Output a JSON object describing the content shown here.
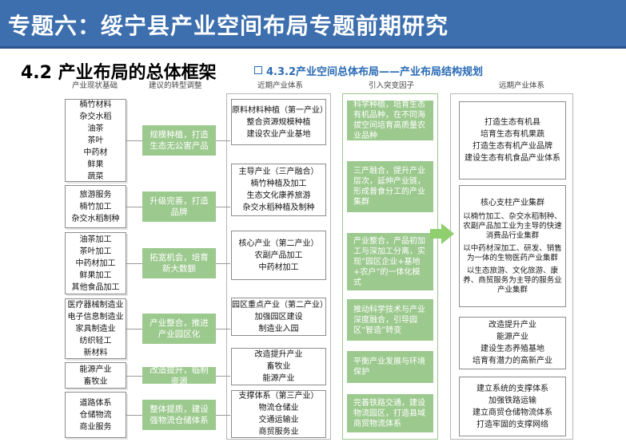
{
  "header": {
    "title": "专题六：绥宁县产业空间布局专题前期研究"
  },
  "section": {
    "title": "4.2  产业布局的总体框架"
  },
  "subtitle": {
    "text": "4.3.2产业空间总体布局——产业布局结构规划"
  },
  "columns": {
    "c1": "产业现状基础",
    "c2": "建议的转型调整",
    "c3": "近期产业体系",
    "c4": "引入突变因子",
    "c5": "远期产业体系"
  },
  "current_base": [
    [
      "楠竹材料",
      "杂交水稻",
      "油茶",
      "茶叶",
      "中药材",
      "鲜果",
      "蔬菜"
    ],
    [
      "旅游服务",
      "楠竹加工",
      "杂交水稻制种"
    ],
    [
      "油茶加工",
      "茶叶加工",
      "中药材加工",
      "鲜果加工",
      "其他食品加工"
    ],
    [
      "医疗器械制造业",
      "电子信息制造业",
      "家具制造业",
      "纺织轻工",
      "新材料"
    ],
    [
      "能源产业",
      "畜牧业"
    ],
    [
      "道路体系",
      "仓储物流",
      "商业服务"
    ]
  ],
  "adjustments": [
    "规模种植，打造生态无公害产品",
    "升级完善，打造品牌",
    "拓宽机会，培育新大数额",
    "产业整合，推进产业园区化",
    "改造提升，临制资源",
    "整体提质，建设强物流仓储体系"
  ],
  "near_term": [
    [
      "原料材料种植（第一产业）",
      "整合资源规模种植",
      "建设农业产业基地"
    ],
    [
      "主导产业（三产融合）",
      "楠竹种植及加工",
      "生态文化康养旅游",
      "杂交水稻种植及制种"
    ],
    [
      "核心产业（第二产业）",
      "农副产品加工",
      "中药材加工"
    ],
    [
      "园区重点产业（第二产业）",
      "加强园区建设",
      "制造业入园"
    ],
    [
      "改造提升产业",
      "畜牧业",
      "能源产业"
    ],
    [
      "支撑体系（第三产业）",
      "物流仓储业",
      "交通运输业",
      "商贸服务业"
    ]
  ],
  "factors": [
    "科学种植，培育生态有机品种，在不同海拔空间培育高质量农业品种",
    "三产融合，提升产业层次，延伸产业链，形成普食分工的产业集群",
    "产业整合，产品初加工与深加工分离，实现“园区企业+基地+农户”的一体化模式",
    "推动科学技术与产业深度融合，引导园区“智造”转变",
    "平衡产业发展与环境保护",
    "完善铁路交通，建设物流园区，打造县域商贸物流体系"
  ],
  "long_term": [
    [
      "打造生态有机县",
      "培育生态有机果蔬",
      "打造生态有机产业品牌",
      "建设生态有机食品产业体系"
    ],
    [
      "核心支柱产业集群",
      "以楠竹加工、杂交水稻制种、农副产品加工业为主导的快速消费品行业集群",
      "以中药材深加工、研发、销售为一体的生物医药产业集群",
      "以生态旅游、文化旅游、康养、商贸服务为主导的服务业产业集群"
    ],
    [
      "改造提升产业",
      "能源产业",
      "建设生态养殖基地",
      "培育有潜力的高新产业"
    ],
    [
      "建立系统的支撑体系",
      "加强铁路运输",
      "建立商贸仓储物流体系",
      "打造牢固的支撑网络"
    ]
  ],
  "colors": {
    "banner": "#3d6fae",
    "accent": "#2a6bb5",
    "green": "#9cc98e",
    "arrow": "#8fcf6e"
  }
}
